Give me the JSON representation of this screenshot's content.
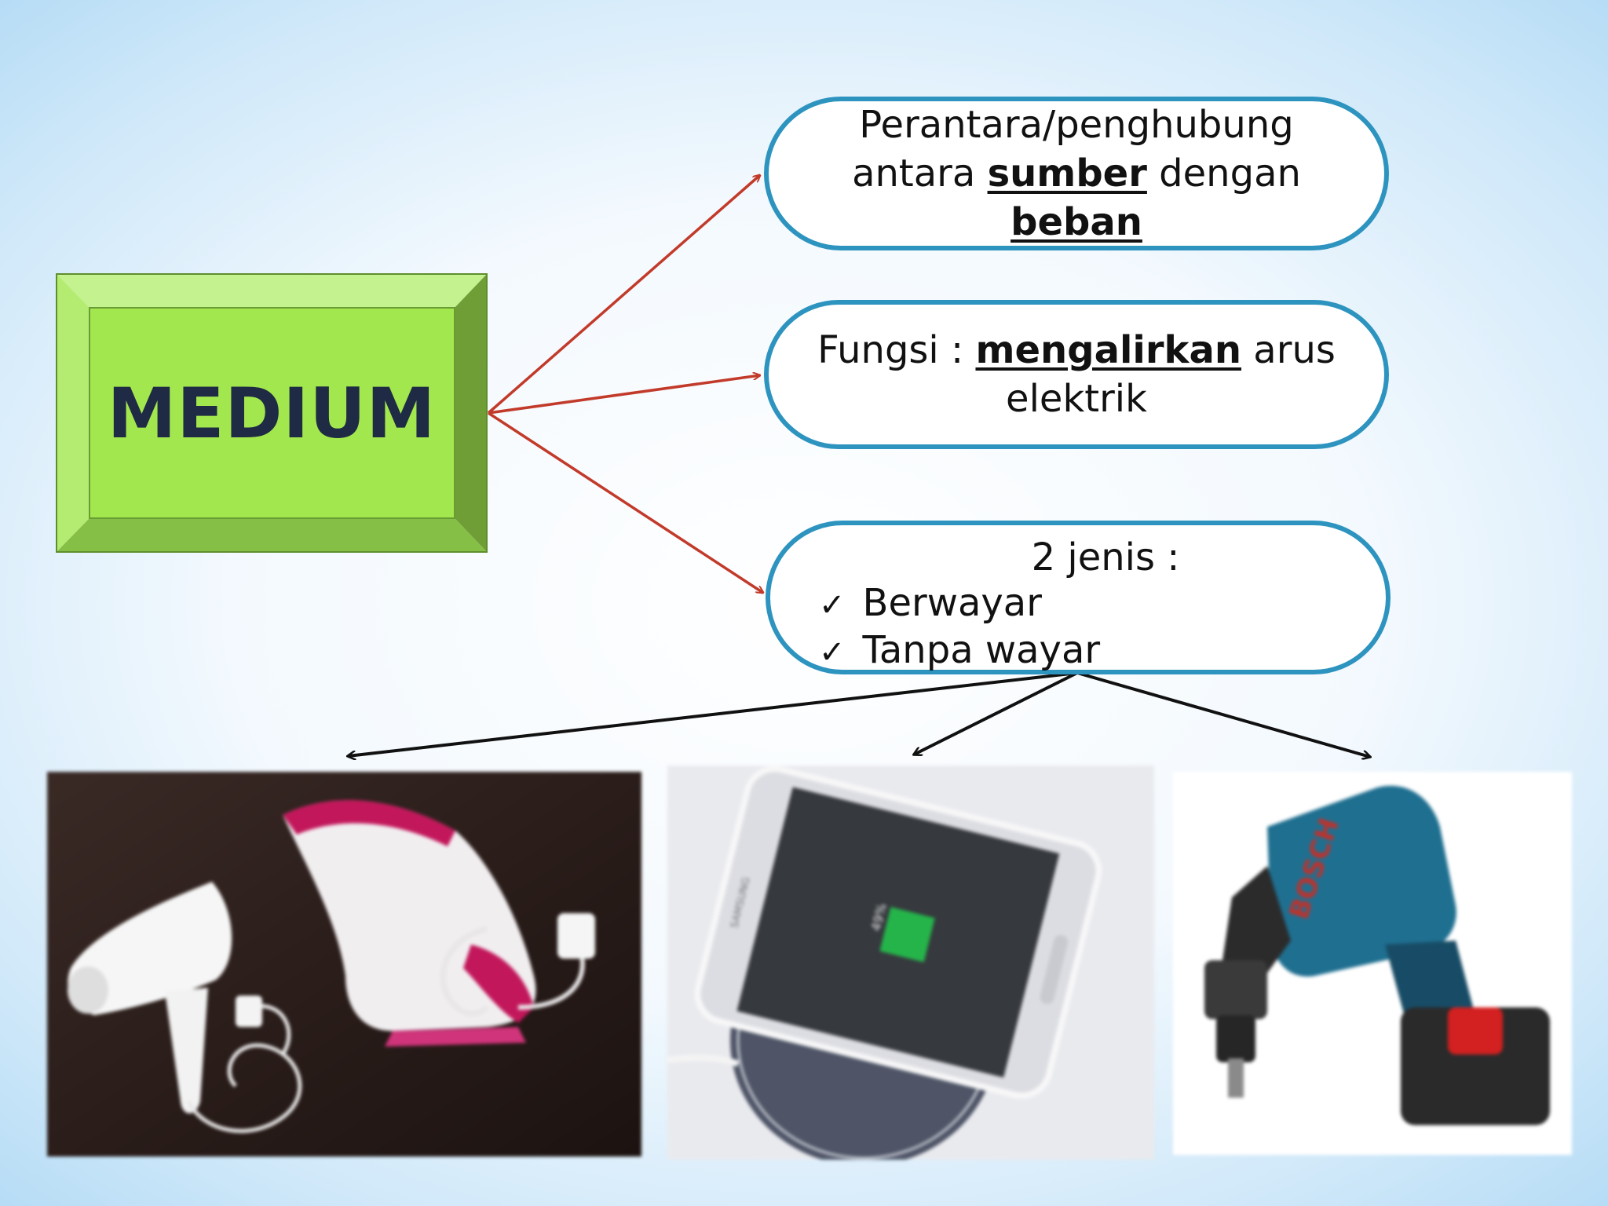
{
  "main": {
    "label": "MEDIUM"
  },
  "definition": {
    "line1": "Perantara/penghubung",
    "line2_a": "antara",
    "line2_b": "sumber",
    "line2_c": "dengan",
    "line3": "beban"
  },
  "function": {
    "prefix": "Fungsi :",
    "keyword": "mengalirkan",
    "suffix": "arus",
    "line2": "elektrik"
  },
  "types": {
    "heading": "2 jenis :",
    "check_glyph": "✓",
    "items": [
      "Berwayar",
      "Tanpa wayar"
    ]
  },
  "photos": {
    "phone_brand": "SAMSUNG",
    "battery_level": "49%",
    "drill_brand": "BOSCH"
  },
  "colors": {
    "red_arrow": "#c23a2a",
    "black_arrow": "#111111",
    "pill_border": "#2d93bf",
    "box_green": "#a3e74e",
    "label_text": "#1f2a44"
  }
}
